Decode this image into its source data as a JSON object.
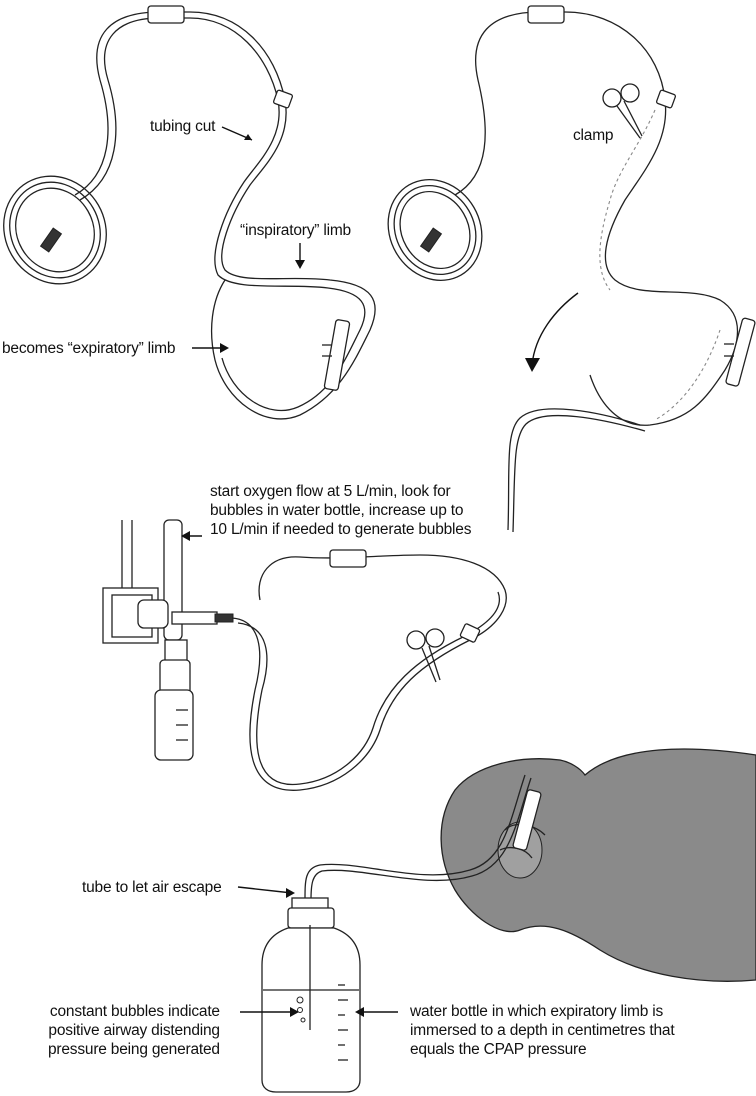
{
  "labels": {
    "tubing_cut": "tubing cut",
    "inspiratory_limb": "“inspiratory” limb",
    "becomes_expiratory": "becomes “expiratory” limb",
    "clamp": "clamp",
    "oxygen_flow": [
      "start oxygen flow at 5 L/min, look for",
      "bubbles in water bottle, increase up to",
      "10 L/min if needed to generate bubbles"
    ],
    "tube_air_escape": "tube to let air escape",
    "constant_bubbles": [
      "constant bubbles indicate",
      "positive airway distending",
      "pressure being generated"
    ],
    "water_bottle": [
      "water bottle in which expiratory limb is",
      "immersed to a depth in centimetres that",
      "equals the CPAP pressure"
    ]
  },
  "colors": {
    "line": "#222222",
    "infant_fill": "#8a8a8a",
    "background": "#ffffff"
  }
}
